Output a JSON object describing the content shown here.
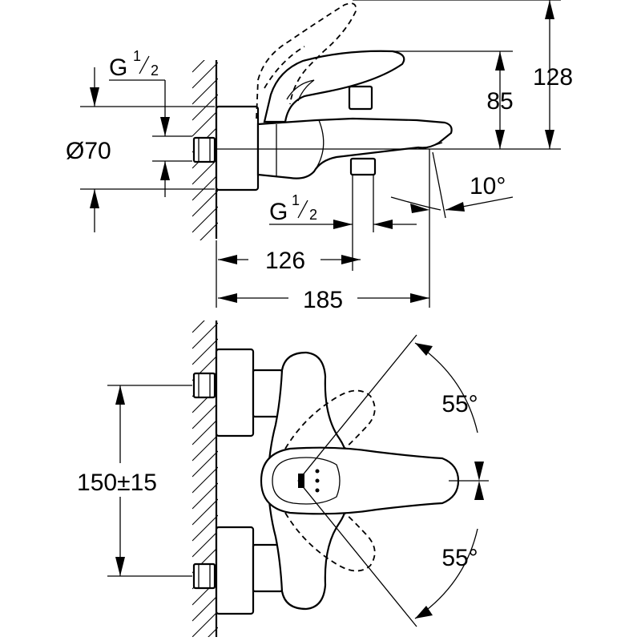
{
  "dimensions": {
    "height_total": "128",
    "height_spout": "85",
    "diameter_symbol": "Ø",
    "diameter": "70",
    "thread_prefix": "G",
    "thread_num": "1",
    "thread_den": "2",
    "spout_angle": "10°",
    "length_outlet": "126",
    "length_total": "185",
    "spacing": "150±15",
    "lever_angle_up": "55°",
    "lever_angle_down": "55°"
  }
}
